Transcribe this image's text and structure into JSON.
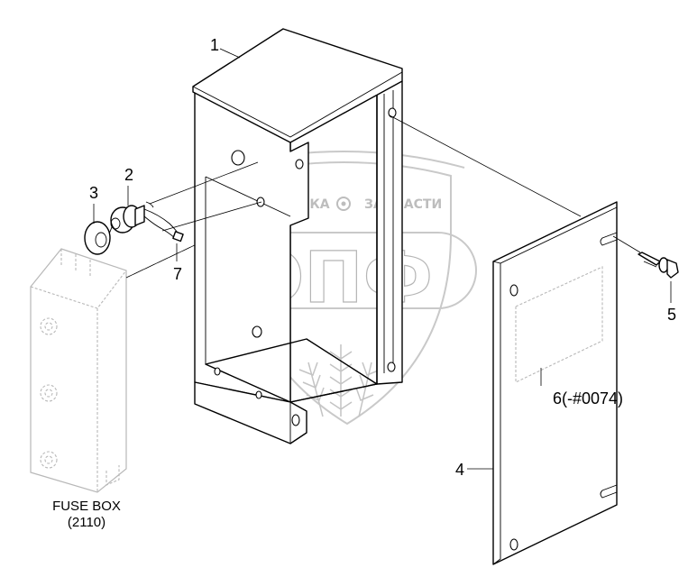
{
  "callouts": {
    "c1": "1",
    "c2": "2",
    "c3": "3",
    "c4": "4",
    "c5": "5",
    "c6": "6(-#0074)",
    "c7": "7"
  },
  "fuse_box": {
    "line1": "FUSE BOX",
    "line2": "(2110)"
  },
  "watermark": {
    "top_left": "ТЕХНИКА",
    "top_right": "ЗАПЧАСТИ",
    "big": "ЭПФ"
  }
}
